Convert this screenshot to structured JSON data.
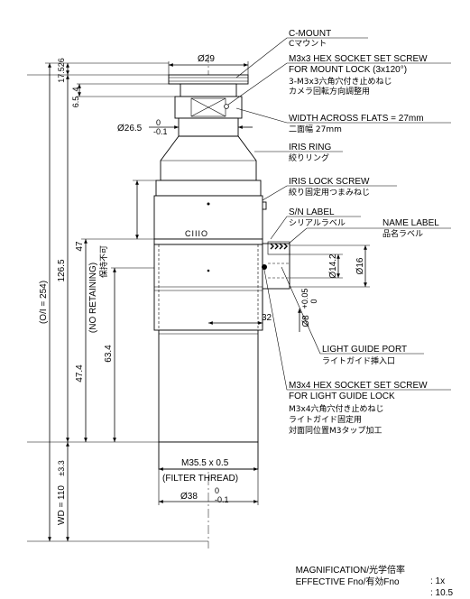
{
  "callouts": {
    "c_mount": {
      "en": "C-MOUNT",
      "jp": "Cマウント"
    },
    "set_screw_mount": {
      "en1": "M3x3 HEX SOCKET SET SCREW",
      "en2": "FOR MOUNT LOCK (3x120°)",
      "jp1": "3-M3x3六角穴付き止めねじ",
      "jp2": "カメラ回転方向調整用"
    },
    "width_flats": {
      "en": "WIDTH ACROSS FLATS = 27mm",
      "jp": "二面幅 27mm"
    },
    "iris_ring": {
      "en": "IRIS RING",
      "jp": "絞りリング"
    },
    "iris_lock": {
      "en": "IRIS LOCK SCREW",
      "jp": "絞り固定用つまみねじ"
    },
    "sn_label": {
      "en": "S/N LABEL",
      "jp": "シリアルラベル"
    },
    "name_label": {
      "en": "NAME LABEL",
      "jp": "品名ラベル"
    },
    "light_guide_port": {
      "en": "LIGHT GUIDE PORT",
      "jp": "ライトガイド挿入口"
    },
    "set_screw_lg": {
      "en1": "M3x4 HEX SOCKET SET SCREW",
      "en2": "FOR LIGHT GUIDE LOCK",
      "jp1": "M3x4六角穴付き止めねじ",
      "jp2": "ライトガイド固定用",
      "jp3": "対面同位置M3タップ加工"
    },
    "no_retaining": {
      "en": "(NO RETAINING)",
      "jp": "保持不可"
    }
  },
  "dimensions": {
    "d29": "Ø29",
    "d26_5": "Ø26.5",
    "d26_5_tol_upper": "0",
    "d26_5_tol_lower": "-0.1",
    "d14_2": "Ø14.2",
    "d16": "Ø16",
    "d8": "Ø8",
    "d8_tol_upper": "+0.05",
    "d8_tol_lower": "0",
    "d38": "Ø38",
    "d38_tol_upper": "0",
    "d38_tol_lower": "-0.1",
    "l17_526": "17.526",
    "l6_5": "6.5",
    "l4": "4",
    "l47": "47",
    "l126_5": "126.5",
    "l32": "32",
    "l63_4": "63.4",
    "l47_4": "47.4",
    "oi": "(O/I = 254)",
    "wd": "WD = 110",
    "wd_tol": "±3.3",
    "filter_thread": "M35.5 x 0.5",
    "filter_thread_label": "(FILTER THREAD)"
  },
  "logo_text": "CIIIO",
  "footer": {
    "magnification_label": "MAGNIFICATION/光学倍率",
    "magnification_value": ": 1x",
    "fno_label": "EFFECTIVE Fno/有効Fno",
    "fno_value": ": 10.5"
  }
}
